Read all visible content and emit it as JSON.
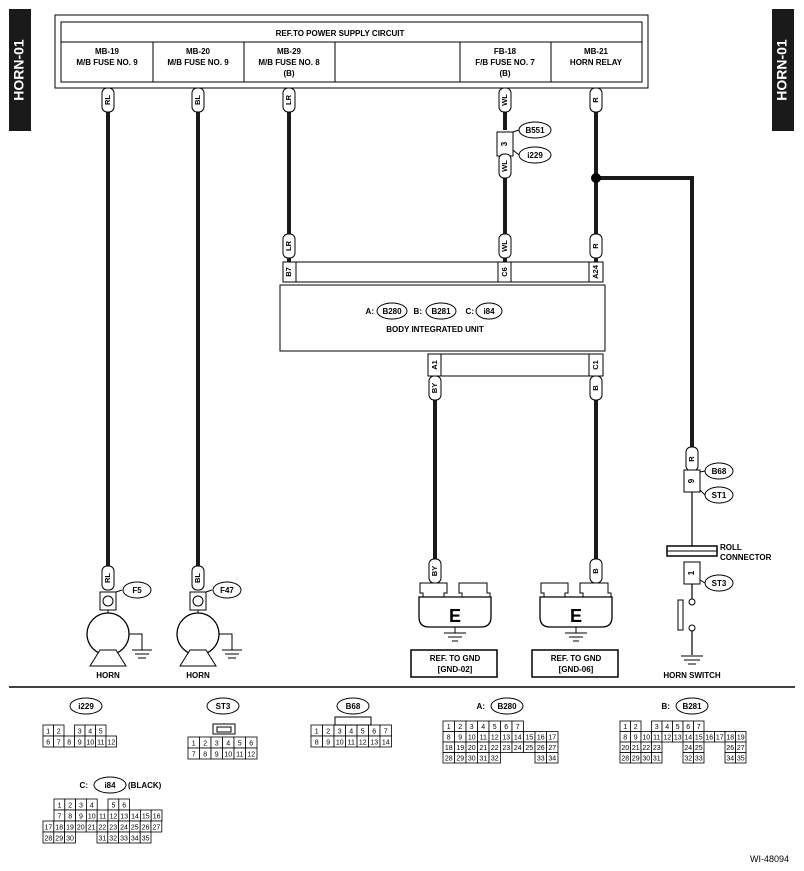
{
  "page": {
    "side_tag_left": "HORN-01",
    "side_tag_right": "HORN-01",
    "diagram_id": "WI-48094"
  },
  "power_box": {
    "title": "REF.TO POWER SUPPLY CIRCUIT",
    "cells": [
      {
        "line1": "MB-19",
        "line2": "M/B FUSE NO. 9",
        "line3": ""
      },
      {
        "line1": "MB-20",
        "line2": "M/B FUSE NO. 9",
        "line3": ""
      },
      {
        "line1": "MB-29",
        "line2": "M/B FUSE NO. 8",
        "line3": "(B)"
      },
      {
        "line1": "",
        "line2": "",
        "line3": ""
      },
      {
        "line1": "FB-18",
        "line2": "F/B FUSE NO. 7",
        "line3": "(B)"
      },
      {
        "line1": "MB-21",
        "line2": "HORN RELAY",
        "line3": ""
      }
    ]
  },
  "wires": {
    "w1": "RL",
    "w2": "BL",
    "w3": "LR",
    "w4": "WL",
    "w5": "R",
    "w3_bcm": "LR",
    "w4_bcm": "WL",
    "w5_bcm": "R",
    "w4_lower": "WL",
    "bcm_out1": "BY",
    "bcm_out2": "B",
    "w5_branch": "R",
    "horn1_wire": "RL",
    "horn2_wire": "BL",
    "gnd1_wire": "BY",
    "gnd2_wire": "B"
  },
  "connectors": {
    "b551": "B551",
    "i229": "i229",
    "i229_pin": "3",
    "b68": "B68",
    "st1": "ST1",
    "b68_pin": "9",
    "st3": "ST3",
    "st3_pin": "1",
    "f5": "F5",
    "f47": "F47"
  },
  "bcm": {
    "pin_b7": "B7",
    "pin_c6": "C6",
    "pin_a24": "A24",
    "pin_a1": "A1",
    "pin_c1": "C1",
    "prefix_a": "A:",
    "conn_a": "B280",
    "prefix_b": "B:",
    "conn_b": "B281",
    "prefix_c": "C:",
    "conn_c": "i84",
    "name": "BODY INTEGRATED UNIT"
  },
  "components": {
    "horn1": "HORN",
    "horn2": "HORN",
    "horn_switch": "HORN SWITCH",
    "roll_connector_1": "ROLL",
    "roll_connector_2": "CONNECTOR",
    "ground_letter_1": "E",
    "ground_letter_2": "E",
    "gnd1_line1": "REF. TO GND",
    "gnd1_line2": "[GND-02]",
    "gnd2_line1": "REF. TO GND",
    "gnd2_line2": "[GND-06]"
  },
  "connector_views": {
    "i229": {
      "label": "i229",
      "rows": [
        [
          "1",
          "2",
          "",
          "3",
          "4",
          "5"
        ],
        [
          "6",
          "7",
          "8",
          "9",
          "10",
          "11",
          "12"
        ]
      ]
    },
    "st3": {
      "label": "ST3",
      "rows": [
        [
          "1",
          "2",
          "3",
          "4",
          "5",
          "6"
        ],
        [
          "7",
          "8",
          "9",
          "10",
          "11",
          "12"
        ]
      ]
    },
    "b68": {
      "label": "B68",
      "rows": [
        [
          "1",
          "2",
          "3",
          "4",
          "5",
          "6",
          "7"
        ],
        [
          "8",
          "9",
          "10",
          "11",
          "12",
          "13",
          "14"
        ]
      ]
    },
    "b280": {
      "prefix": "A:",
      "label": "B280",
      "rows": [
        [
          "1",
          "2",
          "3",
          "4",
          "5",
          "6",
          "7"
        ],
        [
          "8",
          "9",
          "10",
          "11",
          "12",
          "13",
          "14",
          "15",
          "16",
          "17"
        ],
        [
          "18",
          "19",
          "20",
          "21",
          "22",
          "23",
          "24",
          "25",
          "26",
          "27"
        ],
        [
          "28",
          "29",
          "30",
          "31",
          "32",
          "",
          "",
          "",
          "33",
          "34"
        ]
      ]
    },
    "b281": {
      "prefix": "B:",
      "label": "B281",
      "rows": [
        [
          "1",
          "2",
          "",
          "3",
          "4",
          "5",
          "6",
          "7"
        ],
        [
          "8",
          "9",
          "10",
          "11",
          "12",
          "13",
          "14",
          "15",
          "16",
          "17",
          "18",
          "19"
        ],
        [
          "20",
          "21",
          "22",
          "23",
          "",
          "",
          "24",
          "25",
          "",
          "",
          "26",
          "27"
        ],
        [
          "28",
          "29",
          "30",
          "31",
          "",
          "",
          "32",
          "33",
          "",
          "",
          "34",
          "35"
        ]
      ]
    },
    "i84": {
      "prefix": "C:",
      "label": "i84",
      "suffix": "(BLACK)",
      "rows": [
        [
          "1",
          "2",
          "3",
          "4",
          "",
          "5",
          "6"
        ],
        [
          "7",
          "8",
          "9",
          "10",
          "11",
          "12",
          "13",
          "14",
          "15",
          "16"
        ],
        [
          "17",
          "18",
          "19",
          "20",
          "21",
          "22",
          "23",
          "24",
          "25",
          "26",
          "27"
        ],
        [
          "28",
          "29",
          "30",
          "",
          "",
          "31",
          "32",
          "33",
          "34",
          "35"
        ]
      ]
    }
  }
}
